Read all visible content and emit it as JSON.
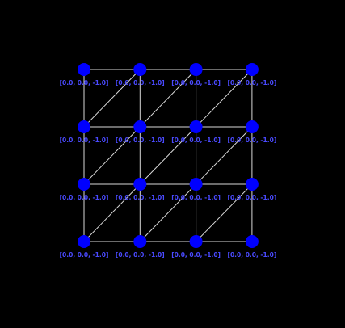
{
  "mesh": {
    "rows": 4,
    "cols": 4,
    "colors": {
      "background": "#000000",
      "edge": "#d9d9d9",
      "vertex": "#0000ff",
      "label": "#4a4aff"
    },
    "vertex_labels": [
      [
        "[0.0, 0.0, -1.0]",
        "[0.0, 0.0, -1.0]",
        "[0.0, 0.0, -1.0]",
        "[0.0, 0.0, -1.0]"
      ],
      [
        "[0.0, 0.0, -1.0]",
        "[0.0, 0.0, -1.0]",
        "[0.0, 0.0, -1.0]",
        "[0.0, 0.0, -1.0]"
      ],
      [
        "[0.0, 0.0, -1.0]",
        "[0.0, 0.0, -1.0]",
        "[0.0, 0.0, -1.0]",
        "[0.0, 0.0, -1.0]"
      ],
      [
        "[0.0, 0.0, -1.0]",
        "[0.0, 0.0, -1.0]",
        "[0.0, 0.0, -1.0]",
        "[0.0, 0.0, -1.0]"
      ]
    ]
  }
}
